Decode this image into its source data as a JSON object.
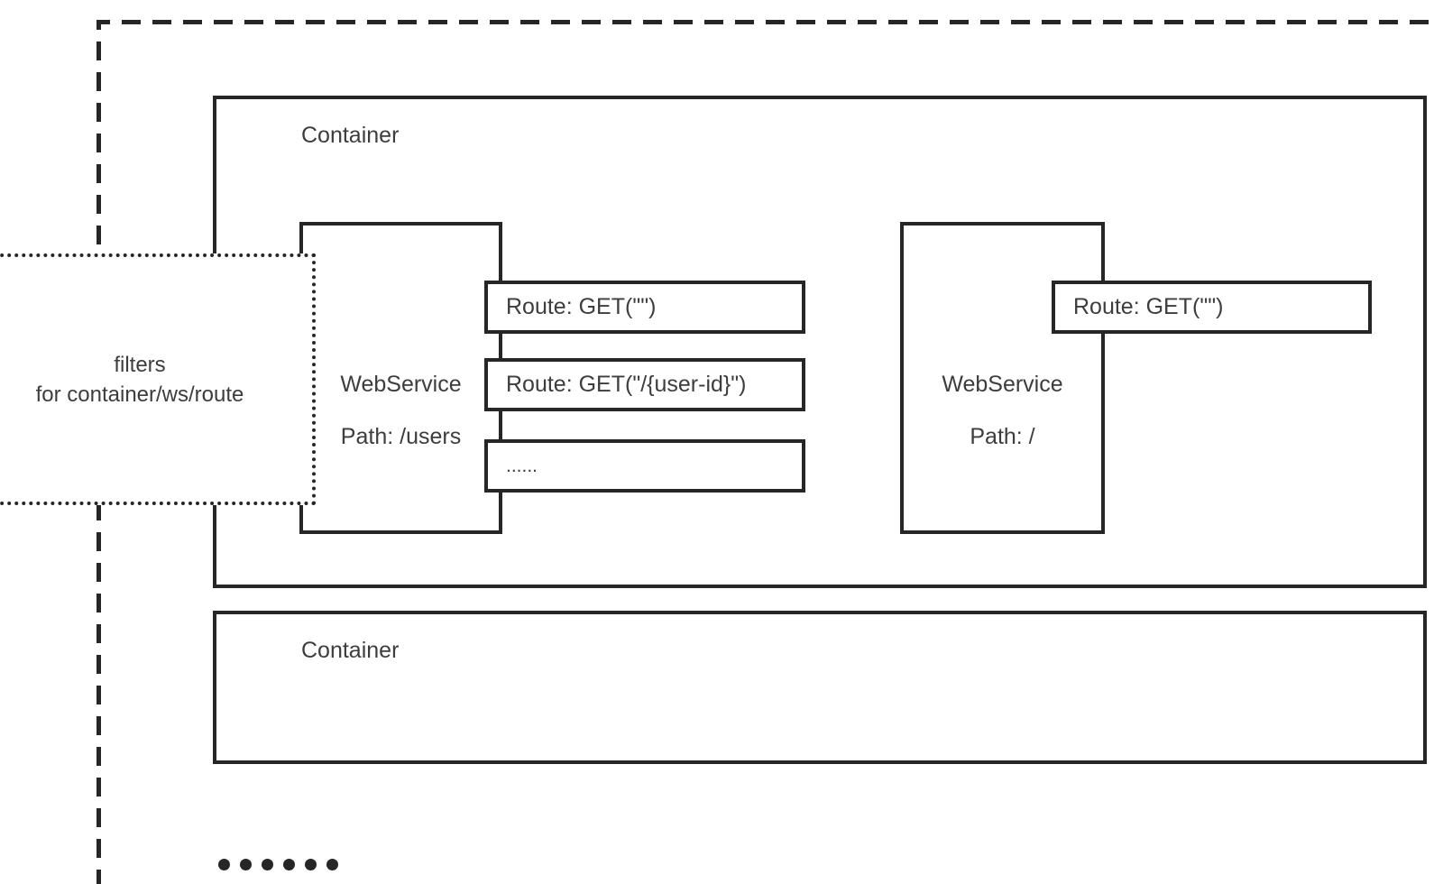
{
  "colors": {
    "line": "#262626",
    "text": "#3d3d3d",
    "background": "#ffffff"
  },
  "filters_note": {
    "line1": "filters",
    "line2": "for container/ws/route"
  },
  "containers": [
    {
      "label": "Container",
      "web_services": [
        {
          "name": "WebService",
          "path": "Path: /users",
          "routes": [
            "Route: GET(\"\")",
            "Route: GET(\"/{user-id}\")",
            "......"
          ]
        },
        {
          "name": "WebService",
          "path": "Path: /",
          "routes": [
            "Route: GET(\"\")"
          ]
        }
      ]
    },
    {
      "label": "Container",
      "web_services": []
    }
  ],
  "ellipsis": {
    "dot_count": 6
  }
}
